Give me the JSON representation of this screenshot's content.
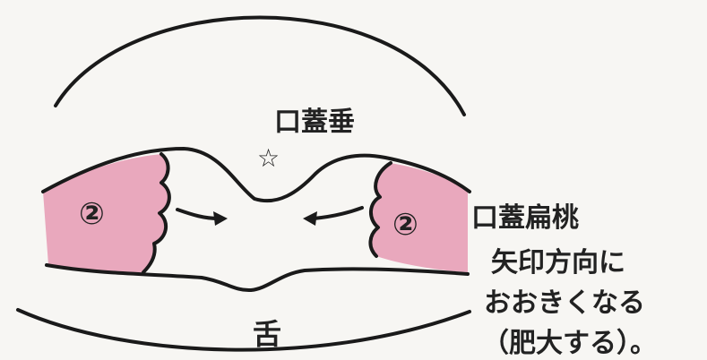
{
  "labels": {
    "uvula": "口蓋垂",
    "tonsil": "口蓋扁桃",
    "note_line1": "矢印方向に",
    "note_line2": "おおきくなる",
    "note_line3": "（肥大する）。",
    "tongue": "舌",
    "left_marker": "②",
    "right_marker": "②",
    "star": "☆"
  },
  "colors": {
    "tonsil_fill": "#e9a8bd",
    "line": "#1a1a1a",
    "background": "#f7f6f3"
  }
}
